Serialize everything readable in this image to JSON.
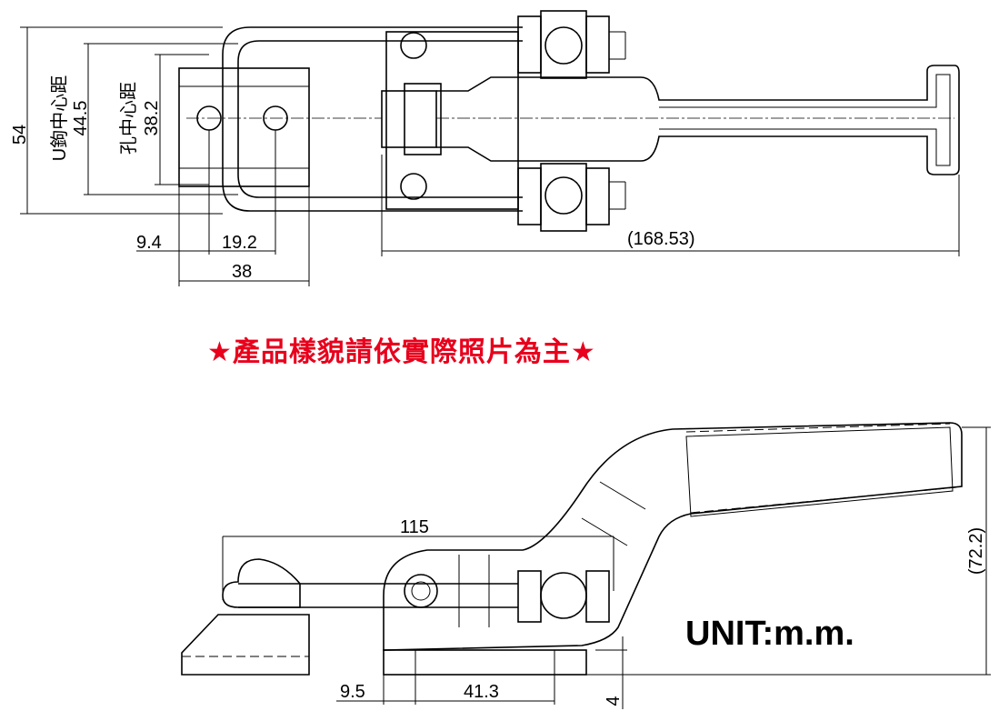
{
  "top_view": {
    "dim_overall_height": "54",
    "label_u_hook_center": "U鉤中心距",
    "dim_u_hook_center": "44.5",
    "label_hole_center": "孔中心距",
    "dim_hole_center": "38.2",
    "dim_edge_to_hole": "9.4",
    "dim_hole_spacing": "19.2",
    "dim_base_width": "38",
    "dim_overall_length": "(168.53)"
  },
  "note": "★產品樣貌請依實際照片為主★",
  "side_view": {
    "dim_hook_length": "115",
    "dim_height": "(72.2)",
    "dim_edge_to_hole": "9.5",
    "dim_hole_spacing": "41.3",
    "dim_base_thickness": "4"
  },
  "unit_label": "UNIT:m.m.",
  "colors": {
    "note": "#e8001c",
    "lines": "#000000"
  }
}
